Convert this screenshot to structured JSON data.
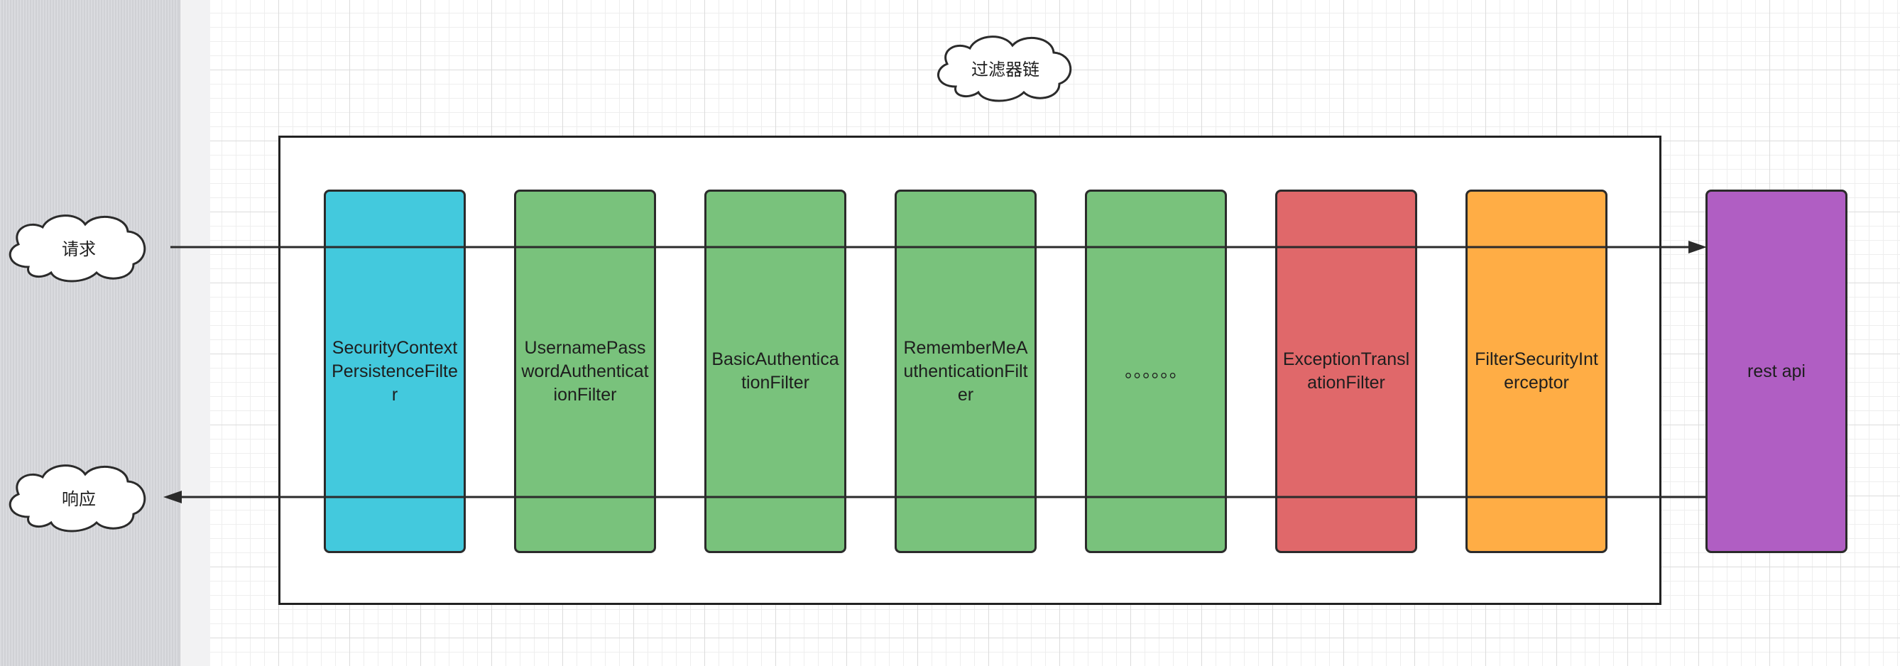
{
  "title_cloud": "过滤器链",
  "request_cloud": "请求",
  "response_cloud": "响应",
  "filters": [
    {
      "label": "SecurityContextPersistenceFilter",
      "color": "#43c9dd"
    },
    {
      "label": "UsernamePasswordAuthenticationFilter",
      "color": "#79c27c"
    },
    {
      "label": "BasicAuthenticationFilter",
      "color": "#79c27c"
    },
    {
      "label": "RememberMeAuthenticationFilter",
      "color": "#79c27c"
    },
    {
      "label": "。。。。。。",
      "color": "#79c27c"
    },
    {
      "label": "ExceptionTranslationFilter",
      "color": "#e0686a"
    },
    {
      "label": "FilterSecurityInterceptor",
      "color": "#ffad45"
    }
  ],
  "target": {
    "label": "rest api",
    "color": "#b05ec3"
  }
}
